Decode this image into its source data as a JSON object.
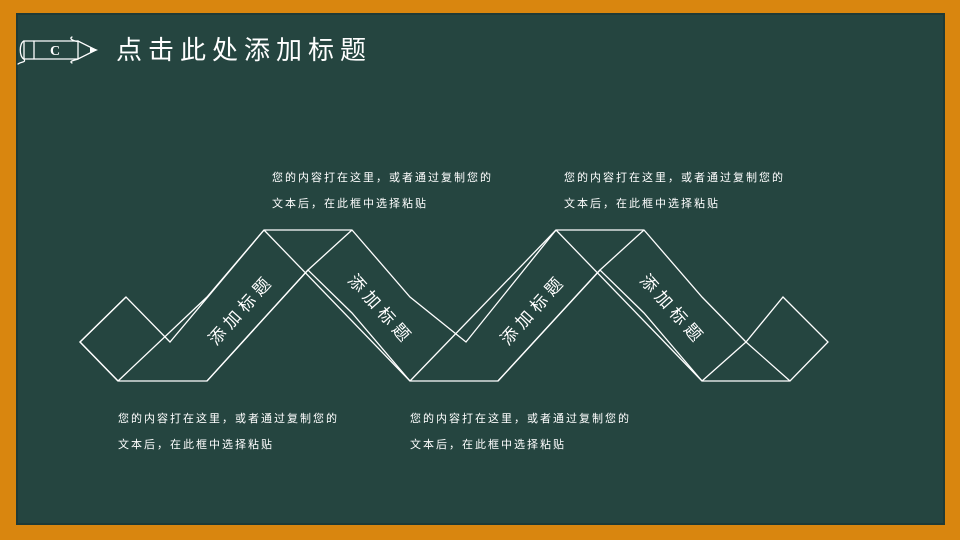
{
  "slide": {
    "title": "点击此处添加标题",
    "logo_letter": "C",
    "colors": {
      "frame": "#d9860f",
      "board": "#254540",
      "chalk": "#ffffff"
    }
  },
  "band_labels": [
    "添加标题",
    "添加标题",
    "添加标题",
    "添加标题"
  ],
  "text_blocks": [
    {
      "line1": "您的内容打在这里，或者通过复制您的",
      "line2": "文本后，在此框中选择粘贴"
    },
    {
      "line1": "您的内容打在这里，或者通过复制您的",
      "line2": "文本后，在此框中选择粘贴"
    },
    {
      "line1": "您的内容打在这里，或者通过复制您的",
      "line2": "文本后，在此框中选择粘贴"
    },
    {
      "line1": "您的内容打在这里，或者通过复制您的",
      "line2": "文本后，在此框中选择粘贴"
    }
  ]
}
